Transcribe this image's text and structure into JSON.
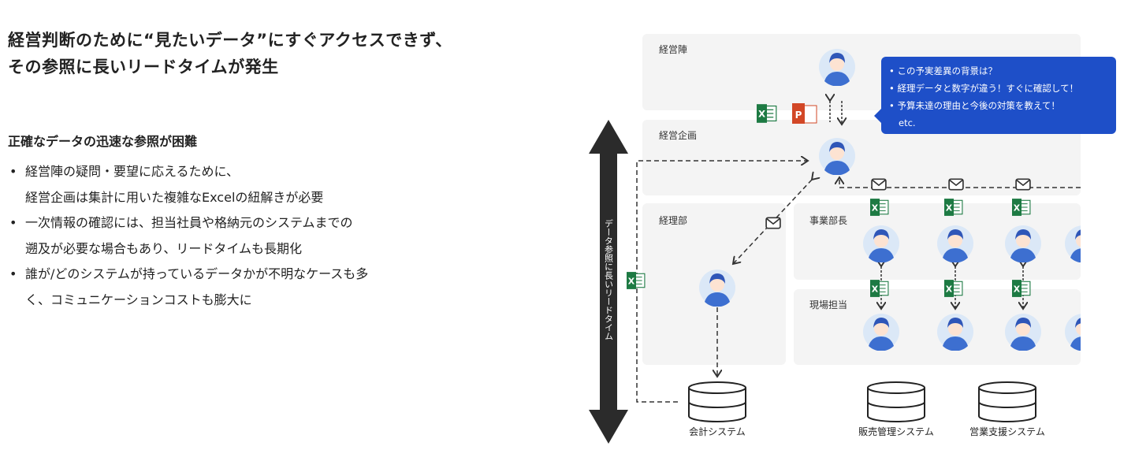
{
  "heading": {
    "line1": "経営判断のために“見たいデータ”にすぐアクセスできず、",
    "line2": "その参照に長いリードタイムが発生"
  },
  "subheading": "正確なデータの迅速な参照が困難",
  "bullets": [
    {
      "l1": "経営陣の疑問・要望に応えるために、",
      "l2": "経営企画は集計に用いた複雑なExcelの紐解きが必要"
    },
    {
      "l1": "一次情報の確認には、担当社員や格納元のシステムまでの",
      "l2": "遡及が必要な場合もあり、リードタイムも長期化"
    },
    {
      "l1": "誰が/どのシステムが持っているデータかが不明なケースも多",
      "l2": "く、コミュニケーションコストも膨大に"
    }
  ],
  "diagram": {
    "panels": {
      "executives": "経営陣",
      "planning": "経営企画",
      "accounting": "経理部",
      "division_heads": "事業部長",
      "field_staff": "現場担当"
    },
    "lead_time_arrow": "データ参照に長いリードタイム",
    "bubble": [
      "• この予実差異の背景は？",
      "• 経理データと数字が違う！すぐに確認して！",
      "• 予算未達の理由と今後の対策を教えて！",
      "etc."
    ],
    "systems": [
      "会計システム",
      "販売管理システム",
      "営業支援システム"
    ],
    "colors": {
      "accent": "#1e4fc8",
      "panel": "#f4f4f4",
      "excel": "#1d7a43",
      "powerpoint": "#d24726",
      "arrow": "#2b2b2b"
    }
  }
}
